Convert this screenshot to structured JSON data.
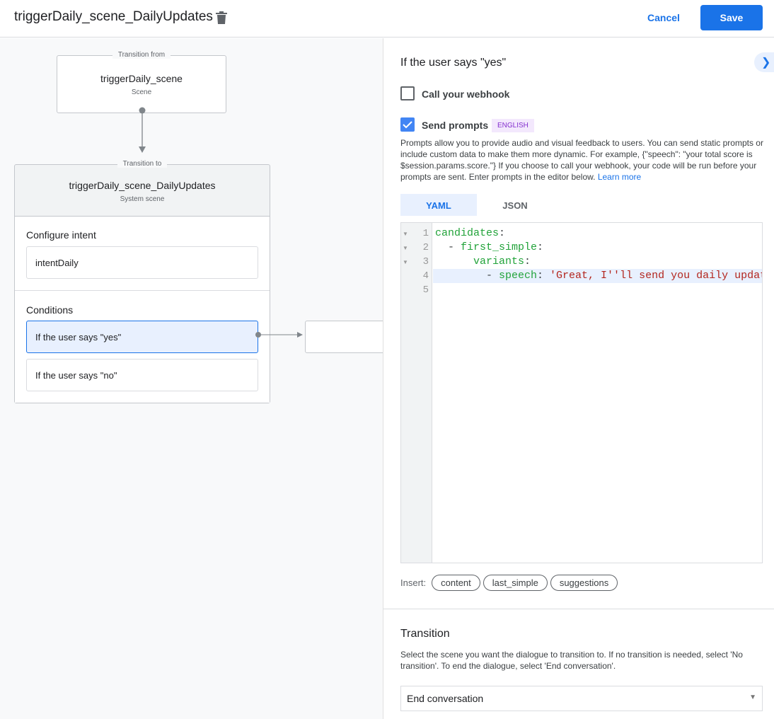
{
  "header": {
    "title": "triggerDaily_scene_DailyUpdates",
    "cancel": "Cancel",
    "save": "Save",
    "trash_icon": "trash-icon"
  },
  "graph": {
    "from": {
      "legend": "Transition from",
      "name": "triggerDaily_scene",
      "type": "Scene"
    },
    "to": {
      "legend": "Transition to",
      "name": "triggerDaily_scene_DailyUpdates",
      "type": "System scene",
      "intent_heading": "Configure intent",
      "intent": "intentDaily",
      "conditions_heading": "Conditions",
      "conditions": [
        "If the user says \"yes\"",
        "If the user says \"no\""
      ]
    }
  },
  "panel": {
    "title": "If the user says \"yes\"",
    "webhook": {
      "label": "Call your webhook",
      "checked": false
    },
    "prompts": {
      "label": "Send prompts",
      "checked": true,
      "badge": "ENGLISH",
      "description": "Prompts allow you to provide audio and visual feedback to users. You can send static prompts or include custom data to make them more dynamic. For example, {\"speech\": \"your total score is $session.params.score.\"} If you choose to call your webhook, your code will be run before your prompts are sent. Enter prompts in the editor below.",
      "learn_more": "Learn more"
    },
    "tabs": [
      {
        "label": "YAML",
        "active": true
      },
      {
        "label": "JSON",
        "active": false
      }
    ],
    "editor": {
      "line_numbers": [
        "1",
        "2",
        "3",
        "4",
        "5"
      ]
    },
    "insert": {
      "label": "Insert:",
      "chips": [
        "content",
        "last_simple",
        "suggestions"
      ]
    },
    "transition": {
      "title": "Transition",
      "description": "Select the scene you want the dialogue to transition to. If no transition is needed, select 'No transition'. To end the dialogue, select 'End conversation'.",
      "selected": "End conversation"
    }
  },
  "colors": {
    "accent": "#1a73e8",
    "code_key": "#22a33a",
    "code_string": "#b3261e",
    "badge_bg": "#f3e8fd",
    "badge_text": "#8430ce"
  }
}
